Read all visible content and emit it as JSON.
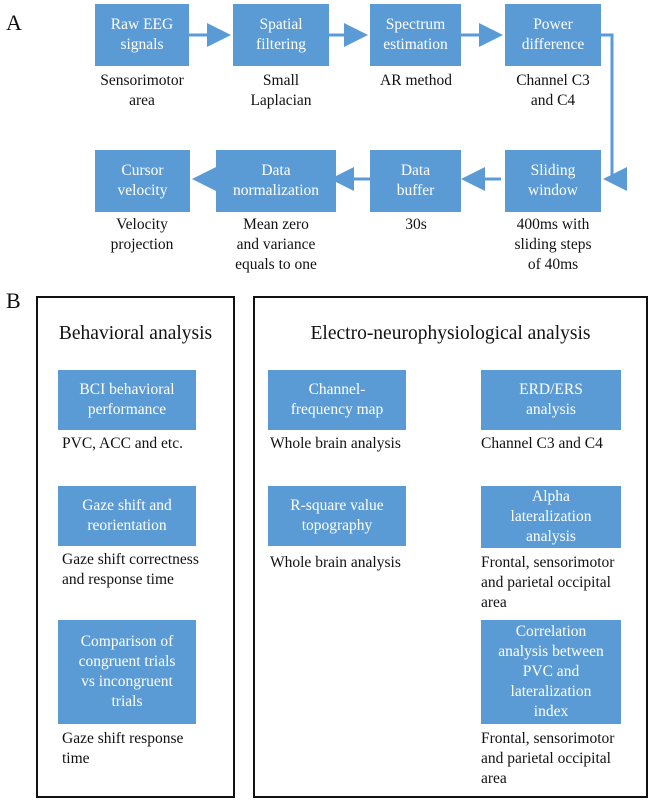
{
  "panel_a": {
    "label": "A",
    "top_row": [
      {
        "box": "Raw EEG\nsignals",
        "caption": "Sensorimotor\narea"
      },
      {
        "box": "Spatial\nfiltering",
        "caption": "Small\nLaplacian"
      },
      {
        "box": "Spectrum\nestimation",
        "caption": "AR method"
      },
      {
        "box": "Power\ndifference",
        "caption": "Channel C3\nand C4"
      }
    ],
    "bottom_row": [
      {
        "box": "Cursor\nvelocity",
        "caption": "Velocity\nprojection"
      },
      {
        "box": "Data\nnormalization",
        "caption": "Mean zero\nand variance\nequals to one"
      },
      {
        "box": "Data\nbuffer",
        "caption": "30s"
      },
      {
        "box": "Sliding\nwindow",
        "caption": "400ms with\nsliding steps\nof 40ms"
      }
    ]
  },
  "panel_b": {
    "label": "B",
    "behavioral": {
      "heading": "Behavioral analysis",
      "items": [
        {
          "box": "BCI behavioral\nperformance",
          "caption": "PVC, ACC and etc."
        },
        {
          "box": "Gaze shift and\nreorientation",
          "caption": "Gaze shift correctness\nand response time"
        },
        {
          "box": "Comparison of\ncongruent trials\nvs incongruent\ntrials",
          "caption": "Gaze shift response\ntime"
        }
      ]
    },
    "electro": {
      "heading": "Electro-neurophysiological analysis",
      "left_items": [
        {
          "box": "Channel-\nfrequency map",
          "caption": "Whole brain analysis"
        },
        {
          "box": "R-square value\ntopography",
          "caption": "Whole brain analysis"
        }
      ],
      "right_items": [
        {
          "box": "ERD/ERS\nanalysis",
          "caption": "Channel C3 and C4"
        },
        {
          "box": "Alpha\nlateralization\nanalysis",
          "caption": "Frontal, sensorimotor\nand parietal occipital\narea"
        },
        {
          "box": "Correlation\nanalysis between\nPVC and\nlateralization\nindex",
          "caption": "Frontal, sensorimotor\nand parietal occipital\narea"
        }
      ]
    }
  },
  "colors": {
    "box_fill": "#5b9bd5",
    "arrow": "#5b9bd5",
    "frame": "#111111"
  }
}
